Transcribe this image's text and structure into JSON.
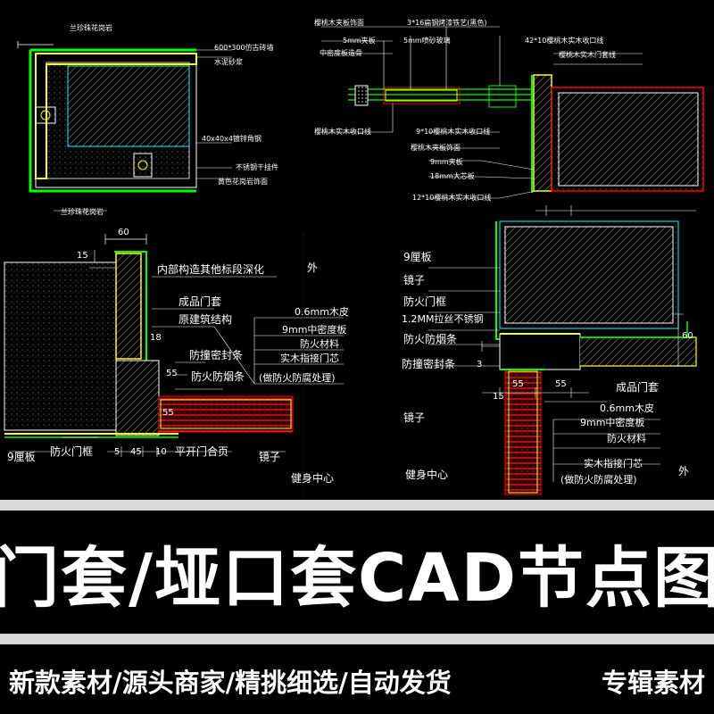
{
  "colors": {
    "background": "#000000",
    "line_white": "#ffffff",
    "cad_green": "#00ff00",
    "cad_yellow": "#ffff00",
    "cad_red": "#ff0000",
    "cad_cyan": "#00ffff",
    "band_gray": "#d9d9d9"
  },
  "top_left_detail": {
    "labels": [
      "兰珍珠花岗岩",
      "600*300仿古砖墙",
      "水泥砂浆",
      "40x40x4镀锌角钢",
      "不锈钢干挂件",
      "黄色花岗岩饰面",
      "兰珍珠花岗岩"
    ]
  },
  "top_right_detail": {
    "labels": [
      "樱桃木夹板饰面",
      "3*16扁钢烤漆铁艺(黑色)",
      "5mm夹板",
      "5mm喷砂玻璃",
      "42*10樱桃木实木收口线",
      "中密度板造骨",
      "樱桃木实木门套线",
      "樱桃木实木收口线",
      "9*10樱桃木实木收口线",
      "樱桃木夹板饰面",
      "9mm夹板",
      "18mm大芯板",
      "12*10樱桃木实木收口线"
    ]
  },
  "bottom_left_detail": {
    "dims": [
      "60",
      "15",
      "18",
      "55",
      "55",
      "5",
      "45",
      "10"
    ],
    "labels": [
      "内部构造其他标段深化",
      "外",
      "成品门套",
      "原建筑结构",
      "0.6mm木皮",
      "9mm中密度板",
      "防撞密封条",
      "防火材料",
      "实木指接门芯",
      "防火防烟条",
      "(做防火防腐处理)",
      "9厘板",
      "防火门框",
      "平开门合页",
      "镜子",
      "健身中心"
    ]
  },
  "bottom_right_detail": {
    "dims": [
      "60",
      "3",
      "55",
      "55",
      "15"
    ],
    "labels": [
      "9厘板",
      "镜子",
      "防火门框",
      "1.2MM拉丝不锈钢",
      "防火防烟条",
      "防撞密封条",
      "成品门套",
      "镜子",
      "0.6mm木皮",
      "9mm中密度板",
      "防火材料",
      "实木指接门芯",
      "(做防火防腐处理)",
      "外",
      "健身中心"
    ]
  },
  "title": "门套/垭口套CAD节点图",
  "footer": {
    "left": "新款素材/源头商家/精挑细选/自动发货",
    "right": "专辑素材"
  }
}
